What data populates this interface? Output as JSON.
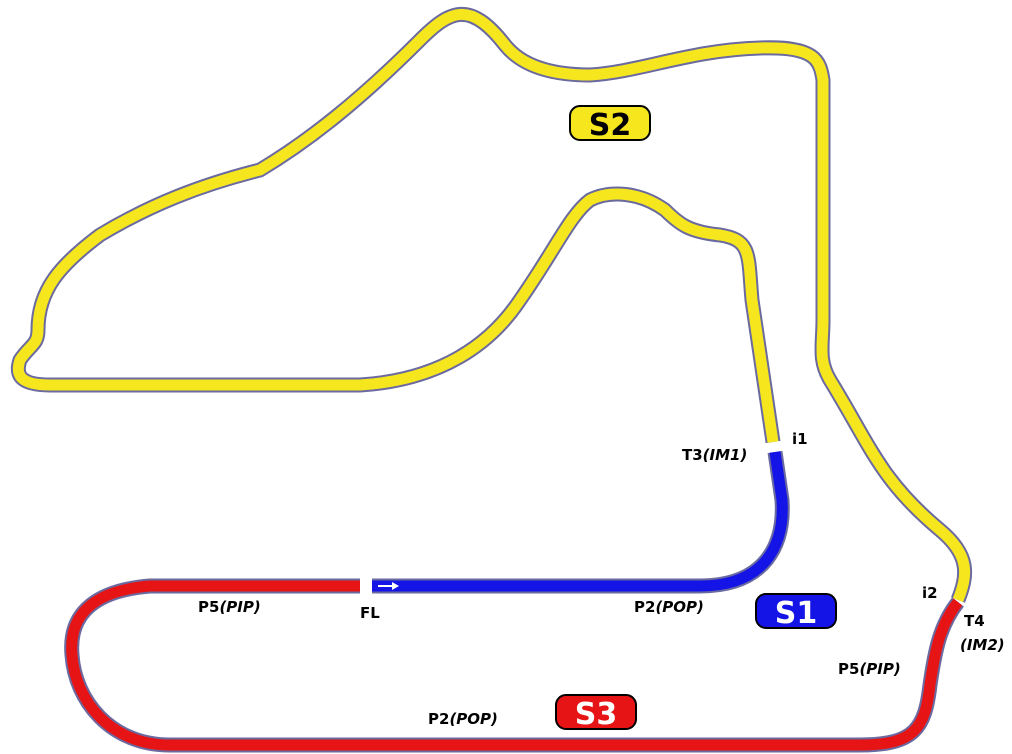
{
  "sectors": [
    {
      "id": "S1",
      "label": "S1",
      "color": "#1414e6",
      "text_color": "#ffffff"
    },
    {
      "id": "S2",
      "label": "S2",
      "color": "#f5e61e",
      "text_color": "#000000"
    },
    {
      "id": "S3",
      "label": "S3",
      "color": "#e61414",
      "text_color": "#ffffff"
    }
  ],
  "labels": {
    "finish_line": "FL",
    "i1": "i1",
    "i2": "i2",
    "t3": {
      "bold": "T3",
      "italic": "(IM1)"
    },
    "t4": {
      "bold": "T4",
      "italic": "(IM2)"
    },
    "p5_pip_1": {
      "bold": "P5",
      "italic": "(PIP)"
    },
    "p5_pip_2": {
      "bold": "P5",
      "italic": "(PIP)"
    },
    "p2_pop_1": {
      "bold": "P2",
      "italic": "(POP)"
    },
    "p2_pop_2": {
      "bold": "P2",
      "italic": "(POP)"
    }
  },
  "colors": {
    "outline": "#6a6aa0",
    "arrow": "#ffffff"
  }
}
